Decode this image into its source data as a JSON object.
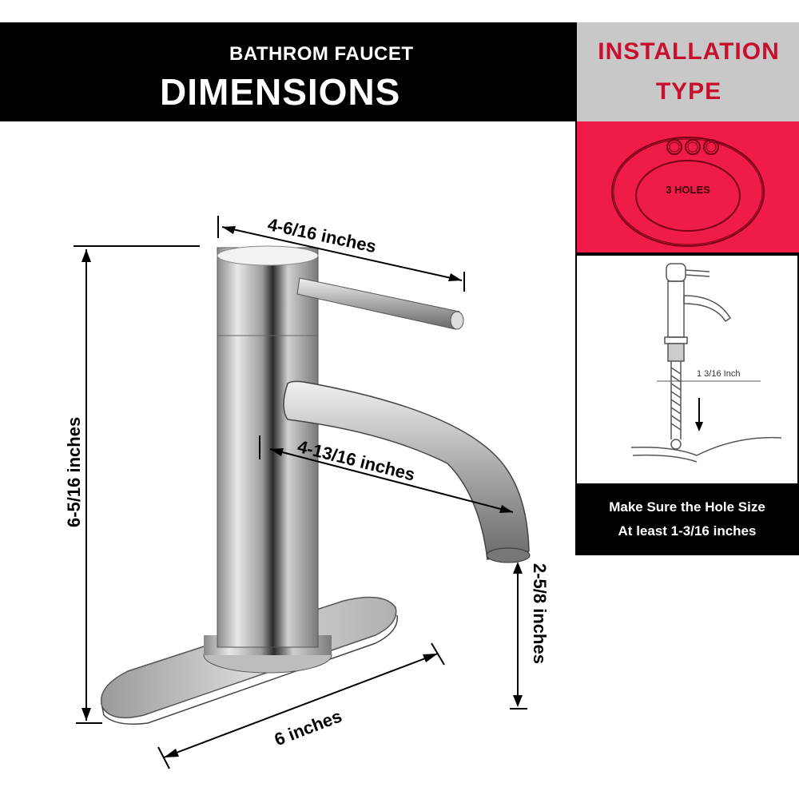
{
  "header": {
    "subtitle": "BATHROM FAUCET",
    "title": "DIMENSIONS"
  },
  "installation": {
    "title_line1": "INSTALLATION",
    "title_line2": "TYPE",
    "holes_label": "3 HOLES",
    "hole_count": 3,
    "diagram_label": "1 3/16  Inch",
    "note_line1": "Make Sure the Hole Size",
    "note_line2": "At least 1-3/16 inches",
    "colors": {
      "red": "#ee1c46",
      "dark_red": "#c8102e",
      "gray": "#c8c8c8"
    }
  },
  "dimensions": {
    "handle_length": "4-6/16 inches",
    "total_height": "6-5/16 inches",
    "spout_reach": "4-13/16 inches",
    "spout_height": "2-5/8 inches",
    "base_length": "6 inches"
  }
}
